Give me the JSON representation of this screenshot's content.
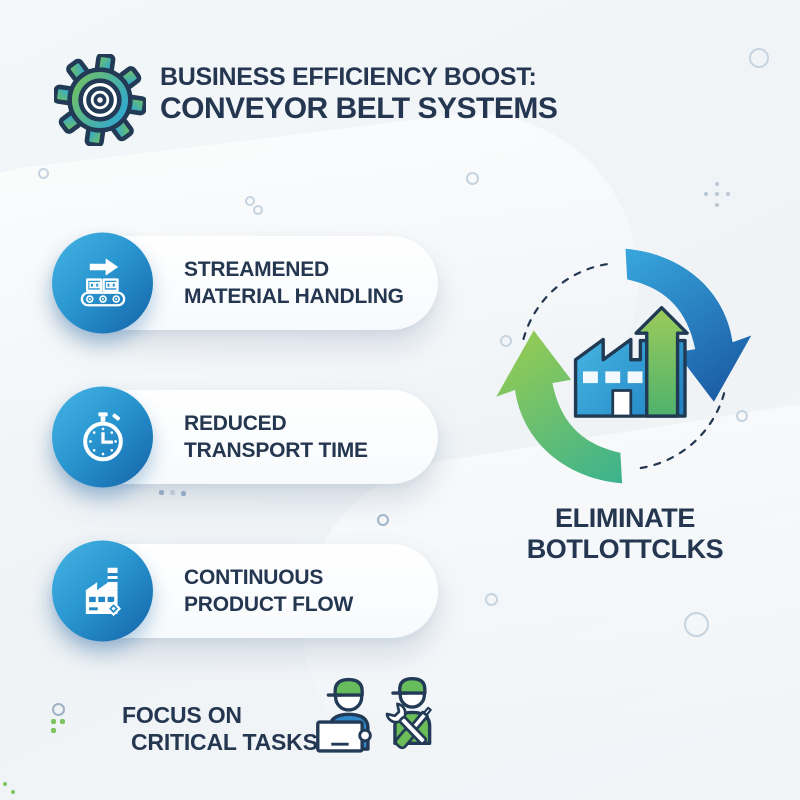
{
  "header": {
    "title_line1": "BUSINESS EFFICIENCY BOOST:",
    "title_line2": "CONVEYOR BELT SYSTEMS",
    "logo_icon": "gear-icon"
  },
  "benefits": [
    {
      "icon": "conveyor-belt-icon",
      "line1": "STREAMENED",
      "line2": "MATERIAL HANDLING"
    },
    {
      "icon": "stopwatch-icon",
      "line1": "REDUCED",
      "line2": "TRANSPORT TIME"
    },
    {
      "icon": "factory-icon",
      "line1": "CONTINUOUS",
      "line2": "PRODUCT FLOW"
    }
  ],
  "cycle": {
    "caption_line1": "ELIMINATE",
    "caption_line2": "BOTLOTTCLKS",
    "center_icon": "factory-growth-icon",
    "arrow_icons": [
      "clockwise-blue-arrow",
      "clockwise-green-arrow"
    ]
  },
  "footer": {
    "line1": "FOCUS ON",
    "line2": "CRITICAL TASKS",
    "icon": "workers-icon"
  },
  "colors": {
    "navy_text": "#253750",
    "outline_navy": "#223a55",
    "badge_blue_light": "#45b4e3",
    "badge_blue_dark": "#1463a8",
    "green": "#7cc45e",
    "teal_green": "#3bb28f",
    "background": "#f2f5f8"
  }
}
